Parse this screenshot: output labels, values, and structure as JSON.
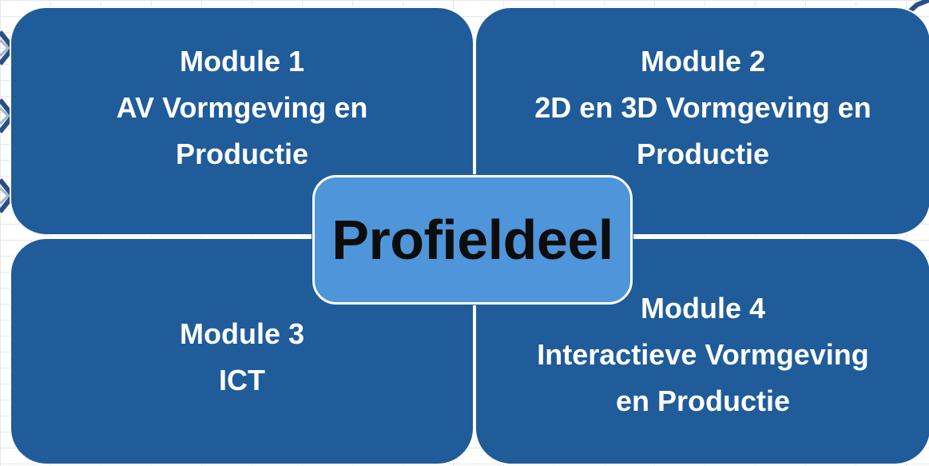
{
  "center": {
    "label": "Profieldeel"
  },
  "modules": [
    {
      "lines": [
        "Module 1",
        "AV Vormgeving en",
        "Productie"
      ]
    },
    {
      "lines": [
        "Module 2",
        "2D en 3D Vormgeving en",
        "Productie"
      ]
    },
    {
      "lines": [
        "Module 3",
        "ICT"
      ]
    },
    {
      "lines": [
        "Module 4",
        "Interactieve Vormgeving",
        "en Productie"
      ]
    }
  ],
  "colors": {
    "tile": "#1f5c99",
    "center": "#4e95d9",
    "center_text": "#0d0d0d",
    "tile_text": "#ffffff"
  }
}
